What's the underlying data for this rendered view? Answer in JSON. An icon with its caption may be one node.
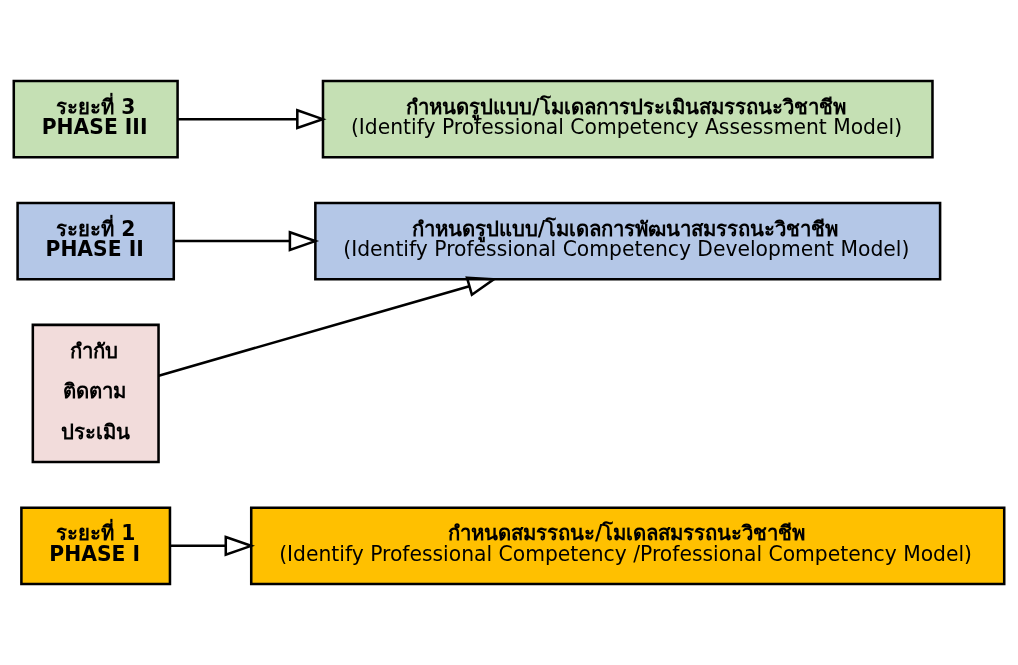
{
  "diagram": {
    "nodes": [
      {
        "text": [
          "ระยะที่ 1",
          "PHASE I"
        ]
      },
      {
        "text": [
          "กำหนดสมรรถนะ/โมเดลสมรรถนะวิชาชีพ",
          "(Identify Professional Competency /Professional Competency Model)"
        ]
      },
      {
        "text": [
          "ระยะที่ 2",
          "PHASE II"
        ]
      },
      {
        "text": [
          "กำหนดรูปแบบ/โมเดลการพัฒนาสมรรถนะวิชาชีพ",
          "(Identify Professional Competency Development Model)"
        ]
      },
      {
        "text": [
          "ระยะที่ 3",
          "PHASE III"
        ]
      },
      {
        "text": [
          "กำหนดรูปแบบ/โมเดลการประเมินสมรรถนะวิชาชีพ",
          "(Identify Professional Competency Assessment Model)"
        ]
      },
      {
        "text": [
          "กำกับ",
          "ติดตาม",
          "ประเมิน"
        ]
      }
    ],
    "edges": [
      {
        "from": 0,
        "to": 1,
        "arrow": "to"
      },
      {
        "from": 2,
        "to": 3,
        "arrow": "to"
      },
      {
        "from": 4,
        "to": 5,
        "arrow": "to"
      },
      {
        "from": 6,
        "to": 3,
        "arrow": "to"
      }
    ]
  }
}
